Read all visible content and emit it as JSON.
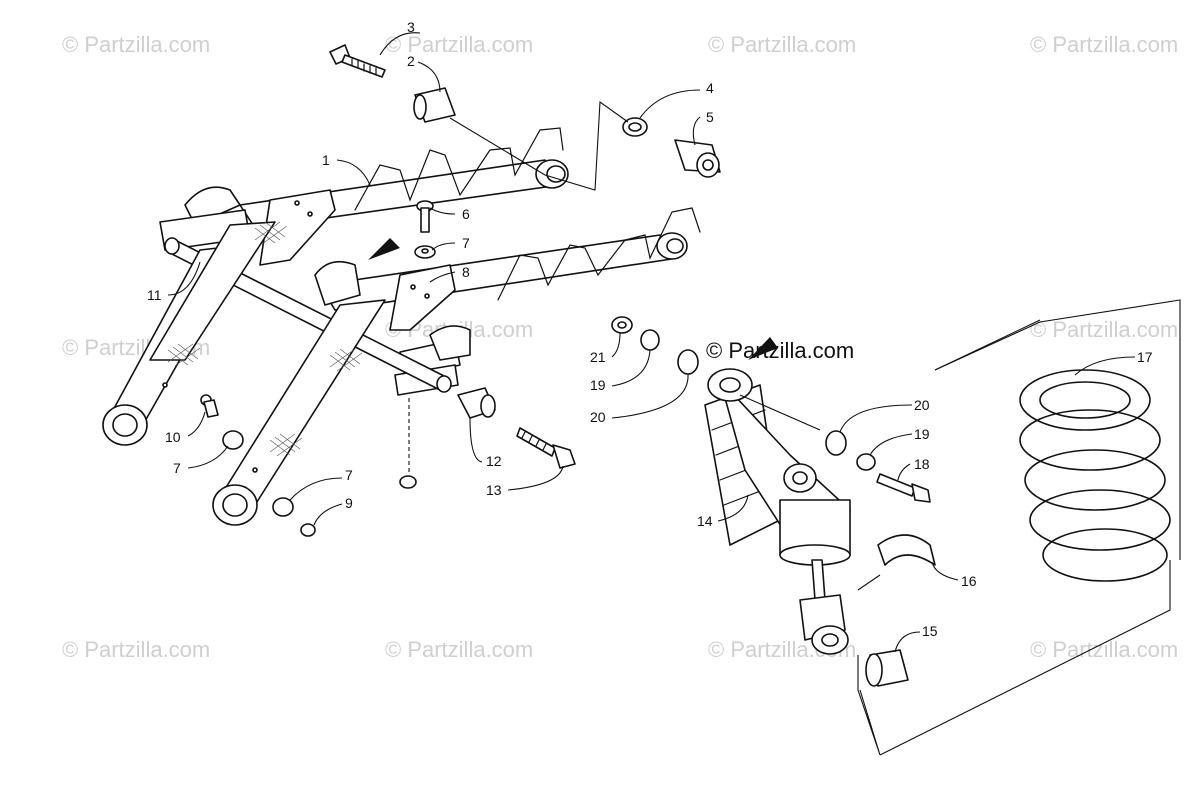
{
  "watermark": {
    "text": "© Partzilla.com",
    "main_text": "© Partzilla.com"
  },
  "callouts": {
    "c1": "1",
    "c2": "2",
    "c3": "3",
    "c4": "4",
    "c5": "5",
    "c6": "6",
    "c7a": "7",
    "c7b": "7",
    "c7c": "7",
    "c8": "8",
    "c9": "9",
    "c10": "10",
    "c11": "11",
    "c12": "12",
    "c13": "13",
    "c14": "14",
    "c15": "15",
    "c16": "16",
    "c17": "17",
    "c18": "18",
    "c19a": "19",
    "c19b": "19",
    "c20a": "20",
    "c20b": "20",
    "c21": "21"
  }
}
